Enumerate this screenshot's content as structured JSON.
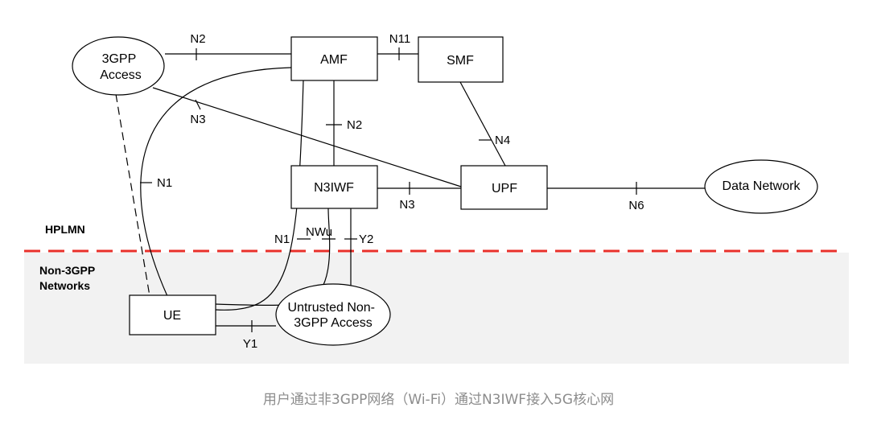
{
  "nodes": {
    "access_3gpp": "3GPP\nAccess",
    "amf": "AMF",
    "smf": "SMF",
    "n3iwf": "N3IWF",
    "upf": "UPF",
    "data_network": "Data Network",
    "ue": "UE",
    "untrusted_access": "Untrusted Non-\n3GPP Access"
  },
  "interfaces": {
    "n2_top": "N2",
    "n11": "N11",
    "n3_left": "N3",
    "n2_mid": "N2",
    "n4": "N4",
    "n1_left": "N1",
    "n3_mid": "N3",
    "n6": "N6",
    "n1_bottom": "N1",
    "nwu": "NWu",
    "y2": "Y2",
    "y1": "Y1"
  },
  "zones": {
    "hplmn": "HPLMN",
    "non3gpp": "Non-3GPP\nNetworks"
  },
  "colors": {
    "boundary": "#e8302a",
    "lower_zone": "#f2f2f2",
    "caption": "#8c8c8c"
  },
  "caption": "用户通过非3GPP网络（Wi-Fi）通过N3IWF接入5G核心网"
}
